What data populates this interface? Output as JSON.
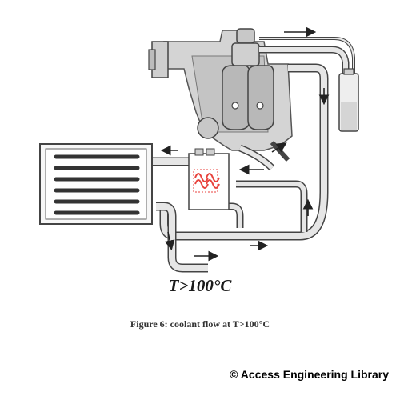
{
  "diagram": {
    "temperature_label": "T>100°C",
    "caption": "Figure 6: coolant flow at T>100°C"
  },
  "footer": {
    "copyright": "© Access Engineering Library"
  },
  "colors": {
    "line": "#444444",
    "pipe_fill": "#e6e6e6",
    "engine_fill": "#d4d4d4",
    "valve_accent": "#e8423c"
  }
}
